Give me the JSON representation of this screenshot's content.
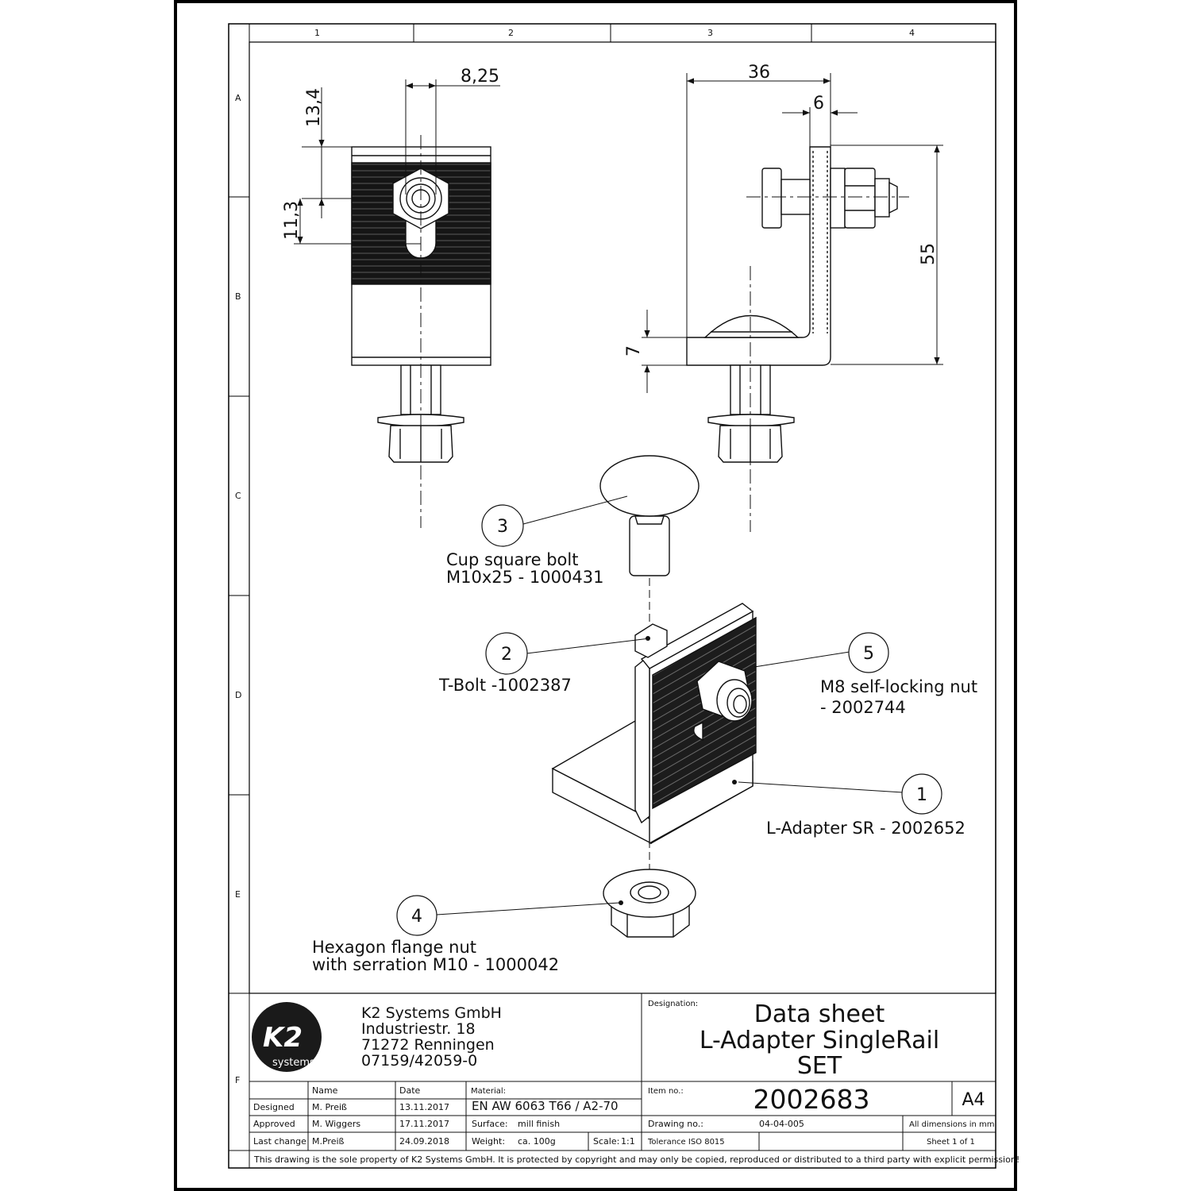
{
  "grid": {
    "columns": [
      "1",
      "2",
      "3",
      "4"
    ],
    "rows": [
      "A",
      "B",
      "C",
      "D",
      "E",
      "F"
    ]
  },
  "dimensions": {
    "front_width": "8,25",
    "front_top": "13,4",
    "front_slot": "11,3",
    "side_width": "36",
    "side_flange": "6",
    "side_height": "55",
    "side_base": "7"
  },
  "parts": [
    {
      "number": "3",
      "label_line1": "Cup square bolt",
      "label_line2": "M10x25 - 1000431"
    },
    {
      "number": "2",
      "label_line1": "T-Bolt -1002387",
      "label_line2": ""
    },
    {
      "number": "5",
      "label_line1": "M8 self-locking nut",
      "label_line2": "- 2002744"
    },
    {
      "number": "1",
      "label_line1": "L-Adapter SR - 2002652",
      "label_line2": ""
    },
    {
      "number": "4",
      "label_line1": "Hexagon flange nut",
      "label_line2": "with serration M10 - 1000042"
    }
  ],
  "title_block": {
    "logo_text": "K2",
    "logo_sub": "systems",
    "company_name": "K2 Systems GmbH",
    "company_street": "Industriestr. 18",
    "company_city": "71272 Renningen",
    "company_phone": "07159/42059-0",
    "designation_label": "Designation:",
    "title_line1": "Data sheet",
    "title_line2": "L-Adapter SingleRail",
    "title_line3": "SET",
    "item_no_label": "Item no.:",
    "item_no": "2002683",
    "format": "A4",
    "name_header": "Name",
    "date_header": "Date",
    "material_label": "Material:",
    "material_value": "EN AW 6063 T66 / A2-70",
    "designed_label": "Designed",
    "designed_name": "M. Preiß",
    "designed_date": "13.11.2017",
    "approved_label": "Approved",
    "approved_name": "M. Wiggers",
    "approved_date": "17.11.2017",
    "surface_label": "Surface:",
    "surface_value": "mill finish",
    "drawing_no_label": "Drawing no.:",
    "drawing_no": "04-04-005",
    "all_dimensions": "All dimensions in mm",
    "last_change_label": "Last change",
    "last_change_name": "M.Preiß",
    "last_change_date": "24.09.2018",
    "weight_label": "Weight:",
    "weight_value": "ca. 100g",
    "scale_label": "Scale:",
    "scale_value": "1:1",
    "tolerance": "Tolerance ISO 8015",
    "sheet": "Sheet 1 of 1",
    "footer": "This drawing is the sole property of K2 Systems GmbH.  It is protected by copyright and may only be copied, reproduced or distributed to a third party with explicit permission!"
  }
}
